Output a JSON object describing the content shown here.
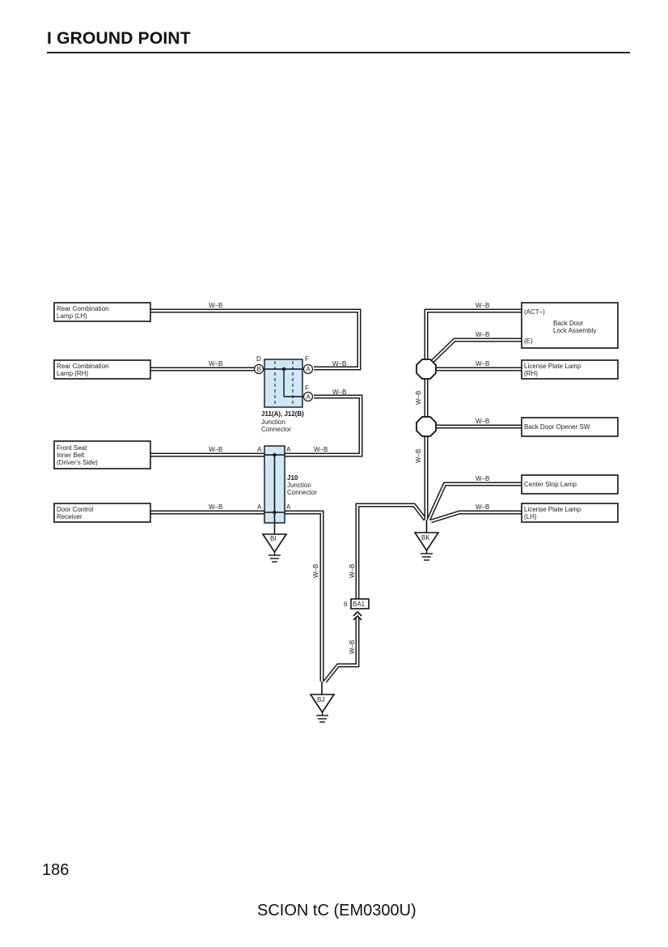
{
  "header": {
    "title": "I GROUND POINT"
  },
  "footer": {
    "page_number": "186",
    "model": "SCION tC (EM0300U)"
  },
  "wire_color": "W–B",
  "components": {
    "rear_combination_lamp_lh": [
      "Rear Combination",
      "Lamp (LH)"
    ],
    "rear_combination_lamp_rh": [
      "Rear Combination",
      "Lamp (RH)"
    ],
    "front_seat_inner_belt": [
      "Front Seat",
      "Inner Belt",
      "(Driver’s Side)"
    ],
    "door_control_receiver": [
      "Door Control",
      "Receiver"
    ],
    "back_door_lock_assembly": {
      "pin_act": "(ACT–)",
      "pin_e": "(E)",
      "name": [
        "Back Door",
        "Lock Assembly"
      ]
    },
    "license_plate_lamp_rh": [
      "License Plate Lamp",
      "(RH)"
    ],
    "back_door_opener_sw": [
      "Back Door Opener SW"
    ],
    "center_stop_lamp": [
      "Center Stop Lamp"
    ],
    "license_plate_lamp_lh": [
      "License Plate Lamp",
      "(LH)"
    ]
  },
  "junctions": {
    "j11_j12": {
      "id": "J11(A), J12(B)",
      "type": [
        "Junction",
        "Connector"
      ],
      "pins": {
        "d": "D",
        "b": "B",
        "f1": "F",
        "a1": "A",
        "f2": "F",
        "a2": "A"
      }
    },
    "j10": {
      "id": "J10",
      "type": [
        "Junction",
        "Connector"
      ],
      "pins": {
        "a": "A"
      }
    }
  },
  "grounds": {
    "bi": "BI",
    "bk": "BK",
    "bj": "BJ"
  },
  "connector_ba1": {
    "id": "BA1",
    "pin": "6"
  }
}
